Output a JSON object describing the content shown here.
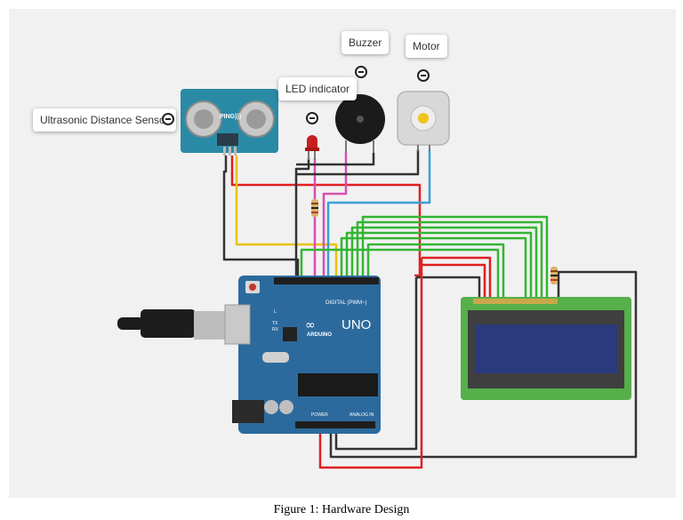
{
  "figure": {
    "caption": "Figure 1: Hardware Design"
  },
  "labels": {
    "ultrasonic": "Ultrasonic Distance Sensor",
    "led": "LED indicator",
    "buzzer": "Buzzer",
    "motor": "Motor"
  },
  "board": {
    "brand": "ARDUINO",
    "model": "UNO",
    "digital_header": "DIGITAL (PWM~)",
    "power_header": "POWER",
    "analog_header": "ANALOG IN",
    "tx": "TX",
    "rx": "RX",
    "l": "L"
  },
  "sensor": {
    "ping": "PING)))"
  },
  "colors": {
    "background": "#f1f1f1",
    "board": "#2c6a9d",
    "wire_red": "#e02020",
    "wire_black": "#333333",
    "wire_green": "#33b533",
    "wire_yellow": "#e6c400",
    "wire_blue": "#3b9ed8",
    "wire_magenta": "#d64fb0",
    "lcd_board": "#55b04a",
    "lcd_screen": "#2a3a7c"
  }
}
